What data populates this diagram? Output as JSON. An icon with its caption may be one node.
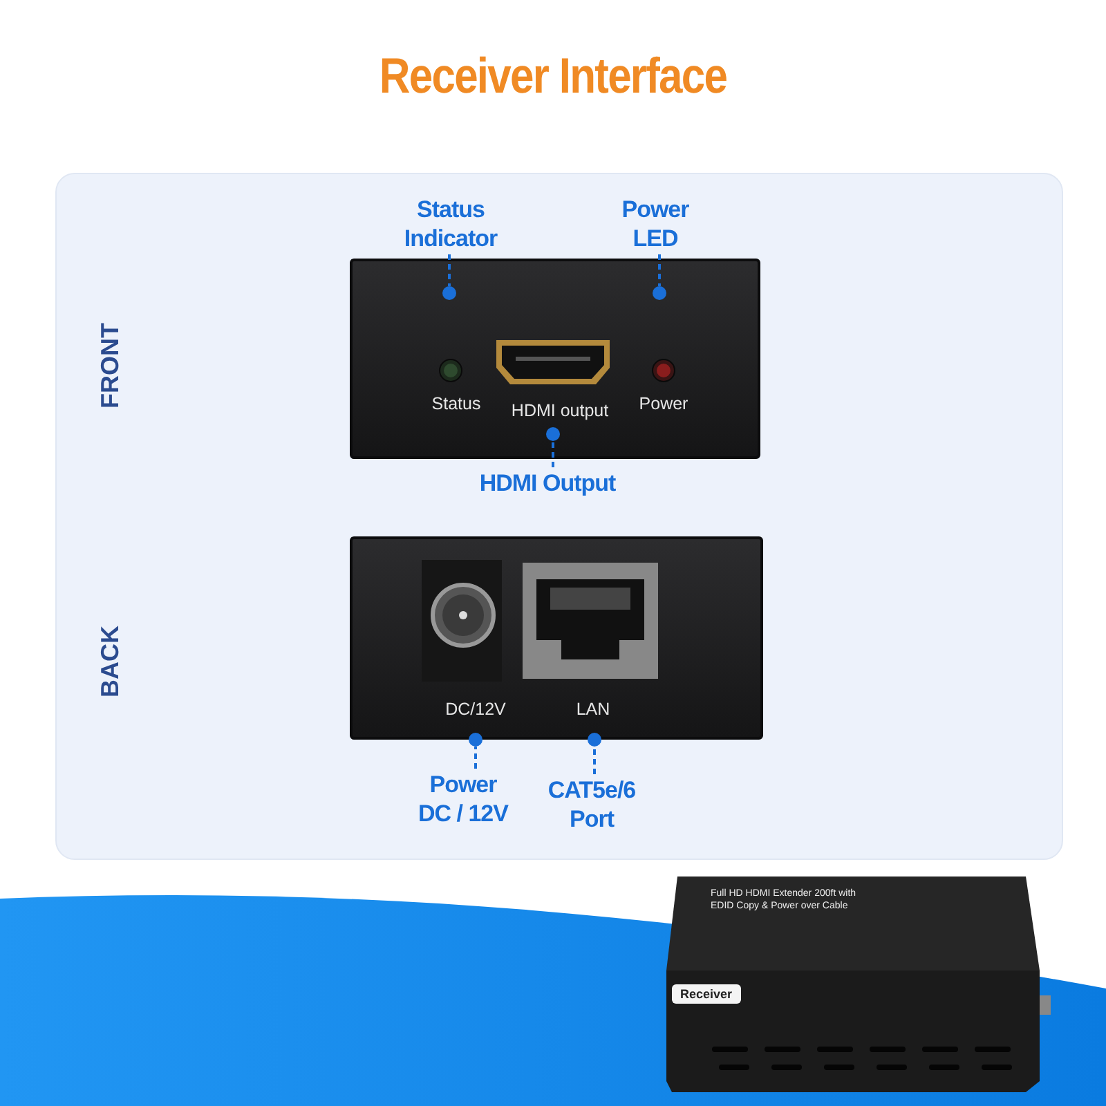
{
  "diagram": {
    "title": "Receiver Interface",
    "nodes": [
      {
        "text": [
          "Status",
          "HDMI output",
          "Power"
        ]
      },
      {
        "text": [
          "Status Indicator"
        ]
      },
      {
        "text": [],
        "shape": "circle",
        "in": 0
      },
      {
        "text": [
          "Power LED"
        ]
      },
      {
        "text": [],
        "shape": "circle",
        "in": 0
      },
      {
        "text": [
          "HDMI Output"
        ]
      },
      {
        "text": [],
        "shape": "circle",
        "in": 0
      },
      {
        "text": [
          "DC/12V",
          "LAN"
        ]
      },
      {
        "text": [],
        "shape": "circle",
        "in": 7
      },
      {
        "text": [
          "Power DC / 12V"
        ]
      },
      {
        "text": [],
        "shape": "circle",
        "in": 7
      },
      {
        "text": [
          "CAT5e/6 Port"
        ]
      },
      {
        "text": [
          "Full HD HDMI Extender 200ft with EDID Copy & Power over Cable",
          "Receiver"
        ]
      }
    ],
    "edges": [
      {
        "from": 1,
        "to": 2,
        "arrow": "none",
        "style": "dashed"
      },
      {
        "from": 3,
        "to": 4,
        "arrow": "none",
        "style": "dashed"
      },
      {
        "from": 5,
        "to": 6,
        "arrow": "none",
        "style": "dashed"
      },
      {
        "from": 9,
        "to": 8,
        "arrow": "none",
        "style": "dashed"
      },
      {
        "from": 11,
        "to": 10,
        "arrow": "none",
        "style": "dashed"
      }
    ],
    "labels": [
      "FRONT",
      "BACK"
    ]
  }
}
